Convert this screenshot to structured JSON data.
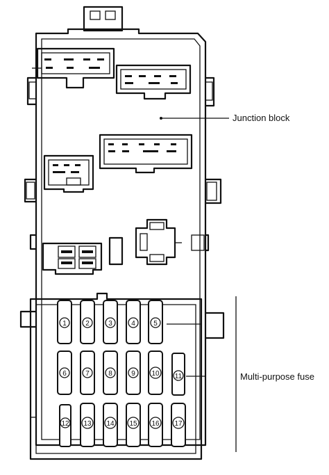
{
  "labels": {
    "junction_block": "Junction block",
    "multi_purpose_fuse": "Multi-purpose fuse"
  },
  "fuses": {
    "row1": [
      "1",
      "2",
      "3",
      "4",
      "5"
    ],
    "row2": [
      "6",
      "7",
      "8",
      "9",
      "10",
      "11"
    ],
    "row3": [
      "12",
      "13",
      "14",
      "15",
      "16",
      "17"
    ]
  }
}
